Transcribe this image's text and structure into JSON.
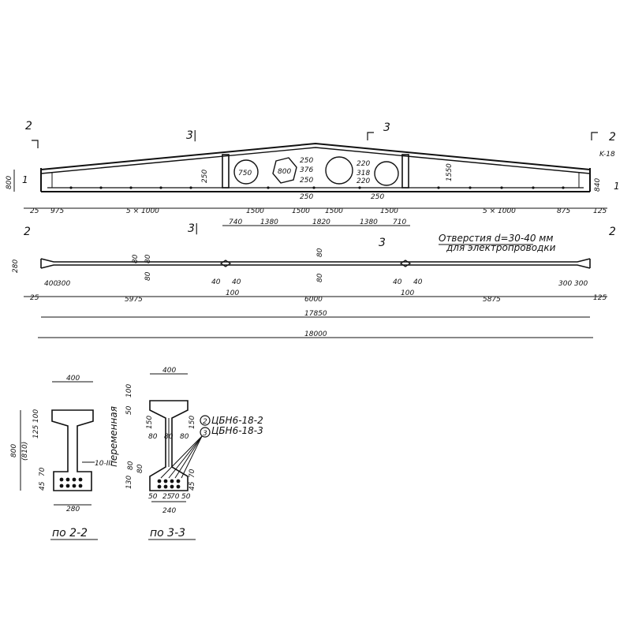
{
  "sections": {
    "mark_2": "2",
    "mark_3": "3",
    "mark_31": "3|",
    "mark_31_plan": "3|",
    "mark_3_plan": "3"
  },
  "elevation": {
    "beam_height": "800",
    "end_height": "840",
    "end_mark": "1",
    "node_label": "K-18",
    "web_openings": [
      "750",
      "800",
      "250",
      "376",
      "250",
      "220",
      "318",
      "220"
    ],
    "bottom_dims": [
      "25",
      "975",
      "5 × 1000",
      "1500",
      "1500",
      "1500",
      "1500",
      "5 × 1000",
      "875",
      "125"
    ],
    "inner_dims": [
      "740",
      "1380",
      "1820",
      "1380",
      "710"
    ],
    "small_dims": [
      "250",
      "250",
      "250",
      "1550"
    ],
    "note_line1": "Отверстия d=30-40 мм",
    "note_line2": "для электропроводки"
  },
  "plan": {
    "width": "280",
    "end_dims": [
      "400",
      "300",
      "300",
      "300"
    ],
    "mid_dims": [
      "40",
      "40",
      "40",
      "40",
      "100",
      "100"
    ],
    "vert_dims": [
      "80",
      "80",
      "80",
      "80",
      "80"
    ],
    "bottom_dims": [
      "25",
      "5975",
      "6000",
      "5875",
      "125"
    ],
    "total_1": "17850",
    "total_2": "18000"
  },
  "section_22": {
    "title": "по 2-2",
    "top_width": "400",
    "bottom_width": "280",
    "height": "800",
    "height_alt": "(810)",
    "dims": [
      "100",
      "125",
      "70",
      "45"
    ],
    "rebar": "10-III",
    "note": "переменная"
  },
  "section_33": {
    "title": "по 3-3",
    "top_width": "400",
    "bottom_width": "240",
    "dims": [
      "100",
      "50",
      "150",
      "150",
      "80",
      "80",
      "80",
      "80",
      "130",
      "80",
      "70",
      "45",
      "50",
      "50",
      "25",
      "70"
    ],
    "callout_2": "2",
    "callout_3": "3",
    "ref_2": "ЦБН6-18-2",
    "ref_3": "ЦБН6-18-3"
  }
}
